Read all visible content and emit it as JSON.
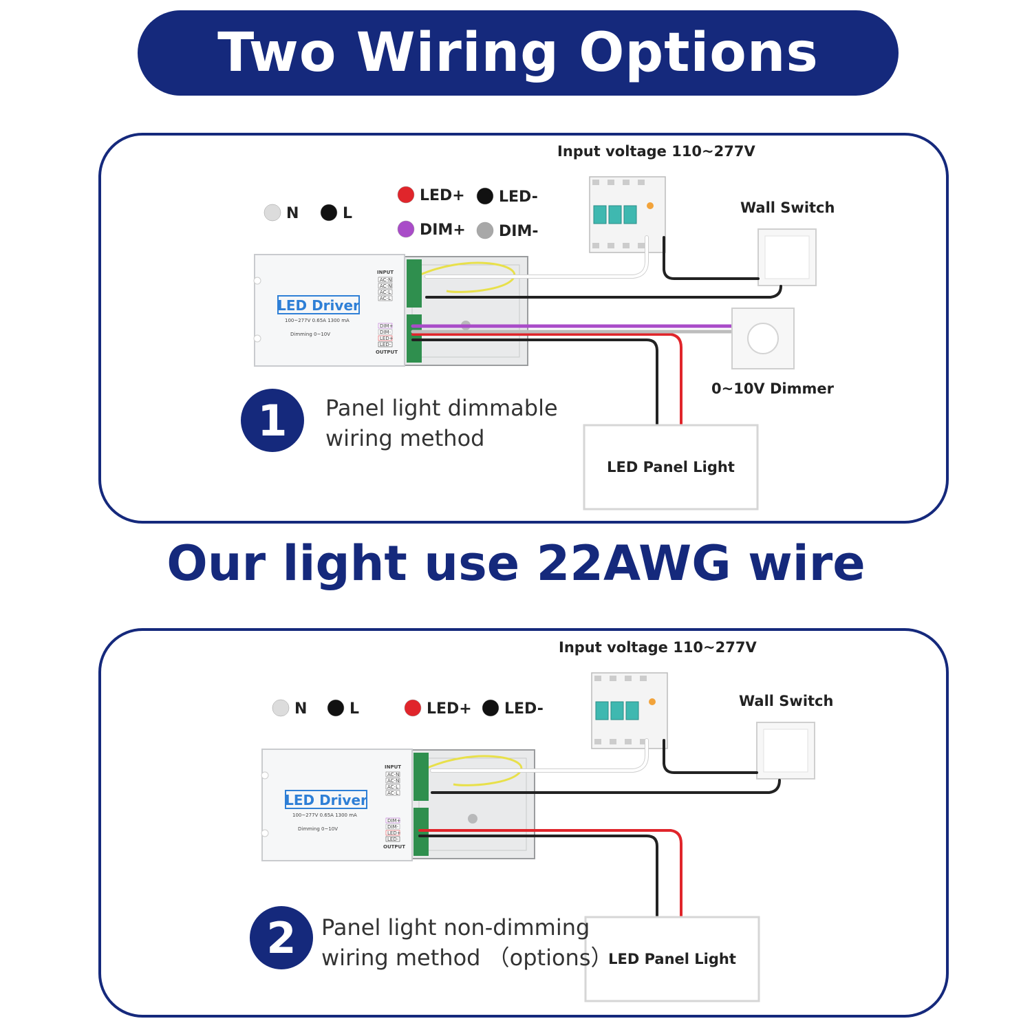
{
  "title": "Two Wiring Options",
  "subtitle": "Our light use 22AWG wire",
  "colors": {
    "navy": "#15297c",
    "red_wire": "#e0252b",
    "black_wire": "#222222",
    "purple_wire": "#a94cc8",
    "gray_wire": "#bdbdbd",
    "white_wire": "#eeeeee",
    "yellow_wire": "#e8e04a"
  },
  "options": [
    {
      "number": "1",
      "desc_line1": "Panel light dimmable",
      "desc_line2": "wiring method",
      "input_voltage": "Input voltage 110~277V",
      "wall_switch": "Wall Switch",
      "dimmer": "0~10V Dimmer",
      "panel_light": "LED Panel Light",
      "driver": {
        "name": "LED Driver",
        "spec": "100~277V  0.65A    1300 mA",
        "dimming": "Dimming 0~10V",
        "input": "INPUT",
        "output": "OUTPUT",
        "in_pins": [
          "AC-N",
          "AC-N",
          "AC-L",
          "AC-L"
        ],
        "out_pins": [
          "DIM+",
          "DIM-",
          "LED+",
          "LED-"
        ]
      },
      "legend": [
        {
          "label": "N",
          "color": "#dcdcdc"
        },
        {
          "label": "L",
          "color": "#111111"
        },
        {
          "label": "LED+",
          "color": "#e0252b"
        },
        {
          "label": "LED-",
          "color": "#111111"
        },
        {
          "label": "DIM+",
          "color": "#a94cc8"
        },
        {
          "label": "DIM-",
          "color": "#a8a8a8"
        }
      ]
    },
    {
      "number": "2",
      "desc_line1": "Panel light non-dimming",
      "desc_line2": "wiring method （options）",
      "input_voltage": "Input voltage 110~277V",
      "wall_switch": "Wall Switch",
      "panel_light": "LED Panel Light",
      "driver": {
        "name": "LED Driver",
        "spec": "100~277V  0.65A    1300 mA",
        "dimming": "Dimming 0~10V",
        "input": "INPUT",
        "output": "OUTPUT",
        "in_pins": [
          "AC-N",
          "AC-N",
          "AC-L",
          "AC-L"
        ],
        "out_pins": [
          "DIM+",
          "DIM-",
          "LED+",
          "LED-"
        ]
      },
      "legend": [
        {
          "label": "N",
          "color": "#dcdcdc"
        },
        {
          "label": "L",
          "color": "#111111"
        },
        {
          "label": "LED+",
          "color": "#e0252b"
        },
        {
          "label": "LED-",
          "color": "#111111"
        }
      ]
    }
  ]
}
